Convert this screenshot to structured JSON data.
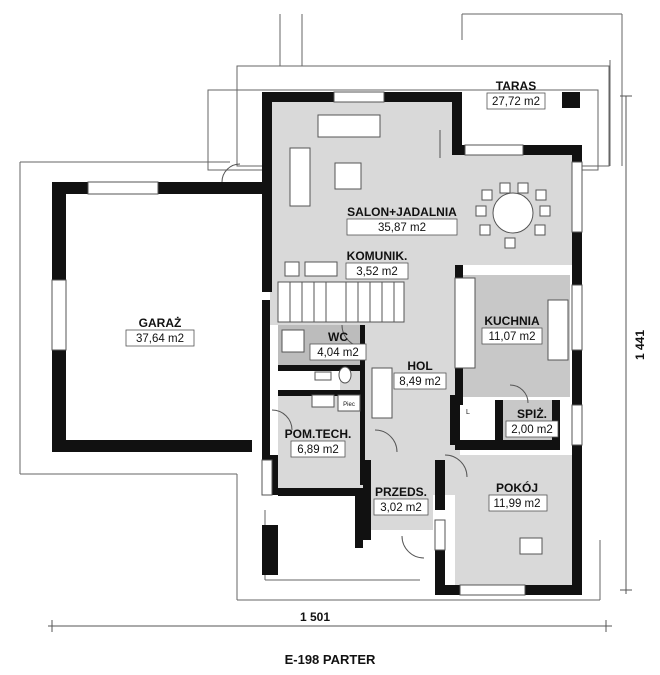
{
  "rooms": [
    {
      "name": "TARAS",
      "area": "27,72 m2"
    },
    {
      "name": "SALON+JADALNIA",
      "area": "35,87 m2"
    },
    {
      "name": "KOMUNIK.",
      "area": "3,52 m2"
    },
    {
      "name": "GARAŻ",
      "area": "37,64 m2"
    },
    {
      "name": "WC",
      "area": "4,04 m2"
    },
    {
      "name": "KUCHNIA",
      "area": "11,07 m2"
    },
    {
      "name": "HOL",
      "area": "8,49 m2"
    },
    {
      "name": "SPIŻ.",
      "area": "2,00 m2"
    },
    {
      "name": "POM.TECH.",
      "area": "6,89 m2"
    },
    {
      "name": "PRZEDS.",
      "area": "3,02 m2"
    },
    {
      "name": "POKÓJ",
      "area": "11,99 m2"
    }
  ],
  "fixtures": {
    "boiler_label": "Piec",
    "fridge_label": "L"
  },
  "dimensions": {
    "width": "1 501",
    "depth": "1 441"
  },
  "caption": "E-198 PARTER",
  "colors": {
    "wall": "#111111",
    "floor": "#d9d9d9",
    "kitchen": "#c8c8c8",
    "line": "#555555"
  }
}
